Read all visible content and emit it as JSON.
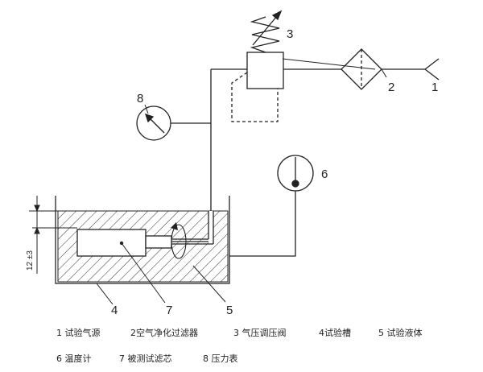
{
  "callouts": {
    "n1": "1",
    "n2": "2",
    "n3": "3",
    "n4": "4",
    "n5": "5",
    "n6": "6",
    "n7": "7",
    "n8": "8"
  },
  "dimension": "12 ±3",
  "legend": {
    "row1": [
      "1 试验气源",
      "2空气净化过滤器",
      "3 气压调压阀",
      "4试验槽",
      "5 试验液体"
    ],
    "row2": [
      "6 温度计",
      "7 被测试滤芯",
      "8 压力表"
    ]
  }
}
